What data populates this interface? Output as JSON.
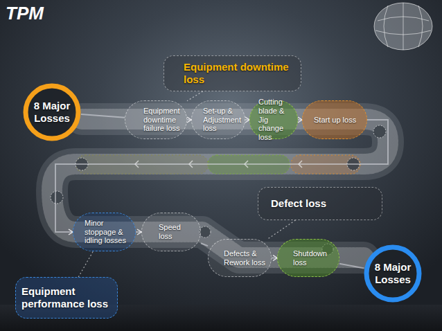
{
  "diagram": {
    "title": "TPM",
    "nodes": [
      {
        "text": [
          "8 Major Losses"
        ]
      },
      {
        "text": [
          "Equipment downtime loss"
        ]
      },
      {
        "text": [
          "Equipment downtime failure loss"
        ]
      },
      {
        "text": [
          "Set-up & Adjustment loss"
        ]
      },
      {
        "text": [
          "Cutting blade & Jig change loss"
        ]
      },
      {
        "text": [
          "Start up loss"
        ]
      },
      {
        "text": [
          "Defect loss"
        ]
      },
      {
        "text": [
          "Minor stoppage & idling losses"
        ]
      },
      {
        "text": [
          "Speed loss"
        ]
      },
      {
        "text": [
          "Defects & Rework loss"
        ]
      },
      {
        "text": [
          "Shutdown loss"
        ]
      },
      {
        "text": [
          "8 Major Losses"
        ]
      },
      {
        "text": [
          "Equipment performance loss"
        ]
      }
    ],
    "edges": [
      {
        "from": 0,
        "to": 2,
        "arrow": "none"
      },
      {
        "from": 1,
        "to": 2,
        "arrow": "none"
      },
      {
        "from": 2,
        "to": 3,
        "arrow": "to"
      },
      {
        "from": 3,
        "to": 4,
        "arrow": "to"
      },
      {
        "from": 4,
        "to": 5,
        "arrow": "to"
      },
      {
        "from": 5,
        "to": 7,
        "arrow": "to"
      },
      {
        "from": 7,
        "to": 8,
        "arrow": "to"
      },
      {
        "from": 8,
        "to": 9,
        "arrow": "none"
      },
      {
        "from": 9,
        "to": 10,
        "arrow": "to"
      },
      {
        "from": 10,
        "to": 11,
        "arrow": "none"
      },
      {
        "from": 6,
        "to": 9,
        "arrow": "none"
      },
      {
        "from": 12,
        "to": 7,
        "arrow": "none"
      }
    ]
  }
}
